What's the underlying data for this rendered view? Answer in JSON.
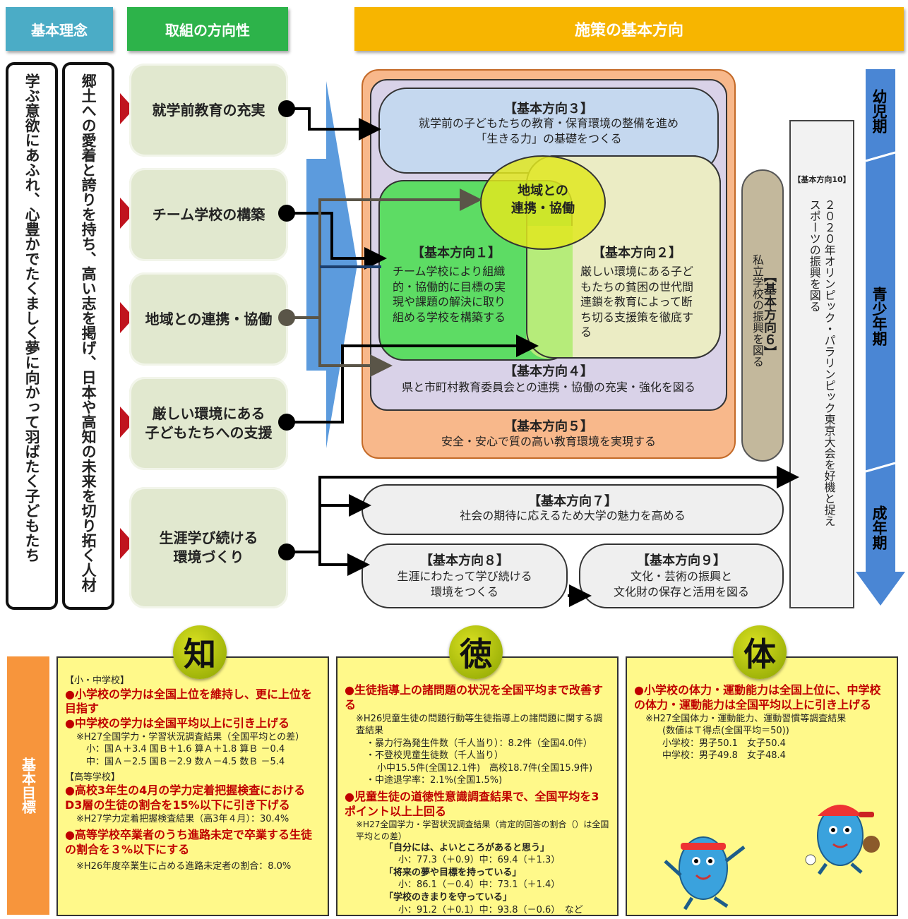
{
  "headers": {
    "philosophy": "基本理念",
    "approach": "取組の方向性",
    "direction": "施策の基本方向"
  },
  "philosophy_col1": "学ぶ意欲にあふれ、心豊かでたくましく夢に向かって羽ばたく子どもたち",
  "philosophy_col2": "郷土への愛着と誇りを持ち、高い志を掲げ、日本や高知の未来を切り拓く人材",
  "approaches": [
    "就学前教育の充実",
    "チーム学校の構築",
    "地域との連携・協働",
    "厳しい環境にある\n子どもたちへの支援",
    "生涯学び続ける\n環境づくり"
  ],
  "directions": {
    "d1": {
      "title": "【基本方向１】",
      "text": "チーム学校により組織的・協働的に目標の実現や課題の解決に取り組める学校を構築する"
    },
    "d2": {
      "title": "【基本方向２】",
      "text": "厳しい環境にある子どもたちの貧困の世代間連鎖を教育によって断ち切る支援策を徹底する"
    },
    "d3": {
      "title": "【基本方向３】",
      "text": "就学前の子どもたちの教育・保育環境の整備を進め\n「生きる力」の基礎をつくる"
    },
    "d4": {
      "title": "【基本方向４】",
      "text": "県と市町村教育委員会との連携・協働の充実・強化を図る"
    },
    "d5": {
      "title": "【基本方向５】",
      "text": "安全・安心で質の高い教育環境を実現する"
    },
    "d6": {
      "title": "【基本方向６】",
      "text": "私立学校の振興を図る"
    },
    "d7": {
      "title": "【基本方向７】",
      "text": "社会の期待に応えるため大学の魅力を高める"
    },
    "d8": {
      "title": "【基本方向８】",
      "text": "生涯にわたって学び続ける\n環境をつくる"
    },
    "d9": {
      "title": "【基本方向９】",
      "text": "文化・芸術の振興と\n文化財の保存と活用を図る"
    },
    "d10": {
      "title": "【基本方向10】",
      "text": "２０２０年オリンピック・パラリンピック東京大会を好機と捉え\nスポーツの振興を図る"
    }
  },
  "region_label": "地域との\n連携・協働",
  "age_stages": [
    "幼児期",
    "青少年期",
    "成年期"
  ],
  "goals_label": "基本目標",
  "goal_icons": [
    "知",
    "徳",
    "体"
  ],
  "goal_chi": {
    "sub1": "【小・中学校】",
    "g1": "●小学校の学力は全国上位を維持し、更に上位を目指す",
    "g2": "●中学校の学力は全国平均以上に引き上げる",
    "n1": "※H27全国学力・学習状況調査結果（全国平均との差）",
    "n2": "小：国Ａ＋3.4 国Ｂ＋1.6 算Ａ＋1.8 算Ｂ －0.4",
    "n3": "中：国Ａ－2.5 国Ｂ－2.9 数Ａ－4.5 数Ｂ －5.4",
    "sub2": "【高等学校】",
    "g3": "●高校3年生の4月の学力定着把握検査におけるD3層の生徒の割合を15%以下に引き下げる",
    "n4": "※H27学力定着把握検査結果（高3年４月）：30.4%",
    "g4": "●高等学校卒業者のうち進路未定で卒業する生徒の割合を３%以下にする",
    "n5": "※H26年度卒業生に占める進路未定者の割合：8.0%"
  },
  "goal_toku": {
    "g1": "●生徒指導上の諸問題の状況を全国平均まで改善する",
    "n1": "※H26児童生徒の問題行動等生徒指導上の諸問題に関する調査結果",
    "n2": "・暴力行為発生件数（千人当り）：8.2件（全国4.0件）",
    "n3": "・不登校児童生徒数（千人当り）",
    "n4": "小中15.5件(全国12.1件)　高校18.7件(全国15.9件)",
    "n5": "・中途退学率：2.1%(全国1.5%)",
    "g2": "●児童生徒の道徳性意識調査結果で、全国平均を3ポイント以上上回る",
    "n6": "※H27全国学力・学習状況調査結果（肯定的回答の割合（）は全国平均との差）",
    "q1": "「自分には、よいところがあると思う」",
    "v1": "小：77.3（＋0.9）中：69.4（＋1.3）",
    "q2": "「将来の夢や目標を持っている」",
    "v2": "小：86.1（－0.4）中：73.1（＋1.4）",
    "q3": "「学校のきまりを守っている」",
    "v3": "小：91.2（＋0.1）中：93.8（－0.6）　など"
  },
  "goal_tai": {
    "g1": "●小学校の体力・運動能力は全国上位に、中学校の体力・運動能力は全国平均以上に引き上げる",
    "n1": "※H27全国体力・運動能力、運動習慣等調査結果",
    "n2": "(数値はＴ得点(全国平均＝50))",
    "n3": "小学校：男子50.1　女子50.4",
    "n4": "中学校：男子49.8　女子48.4"
  },
  "colors": {
    "teal": "#4bacc6",
    "green": "#2db34a",
    "orange": "#f7b500",
    "salmon": "#f8b88b",
    "lavender": "#d9d2e8",
    "blue": "#4a86d4"
  }
}
